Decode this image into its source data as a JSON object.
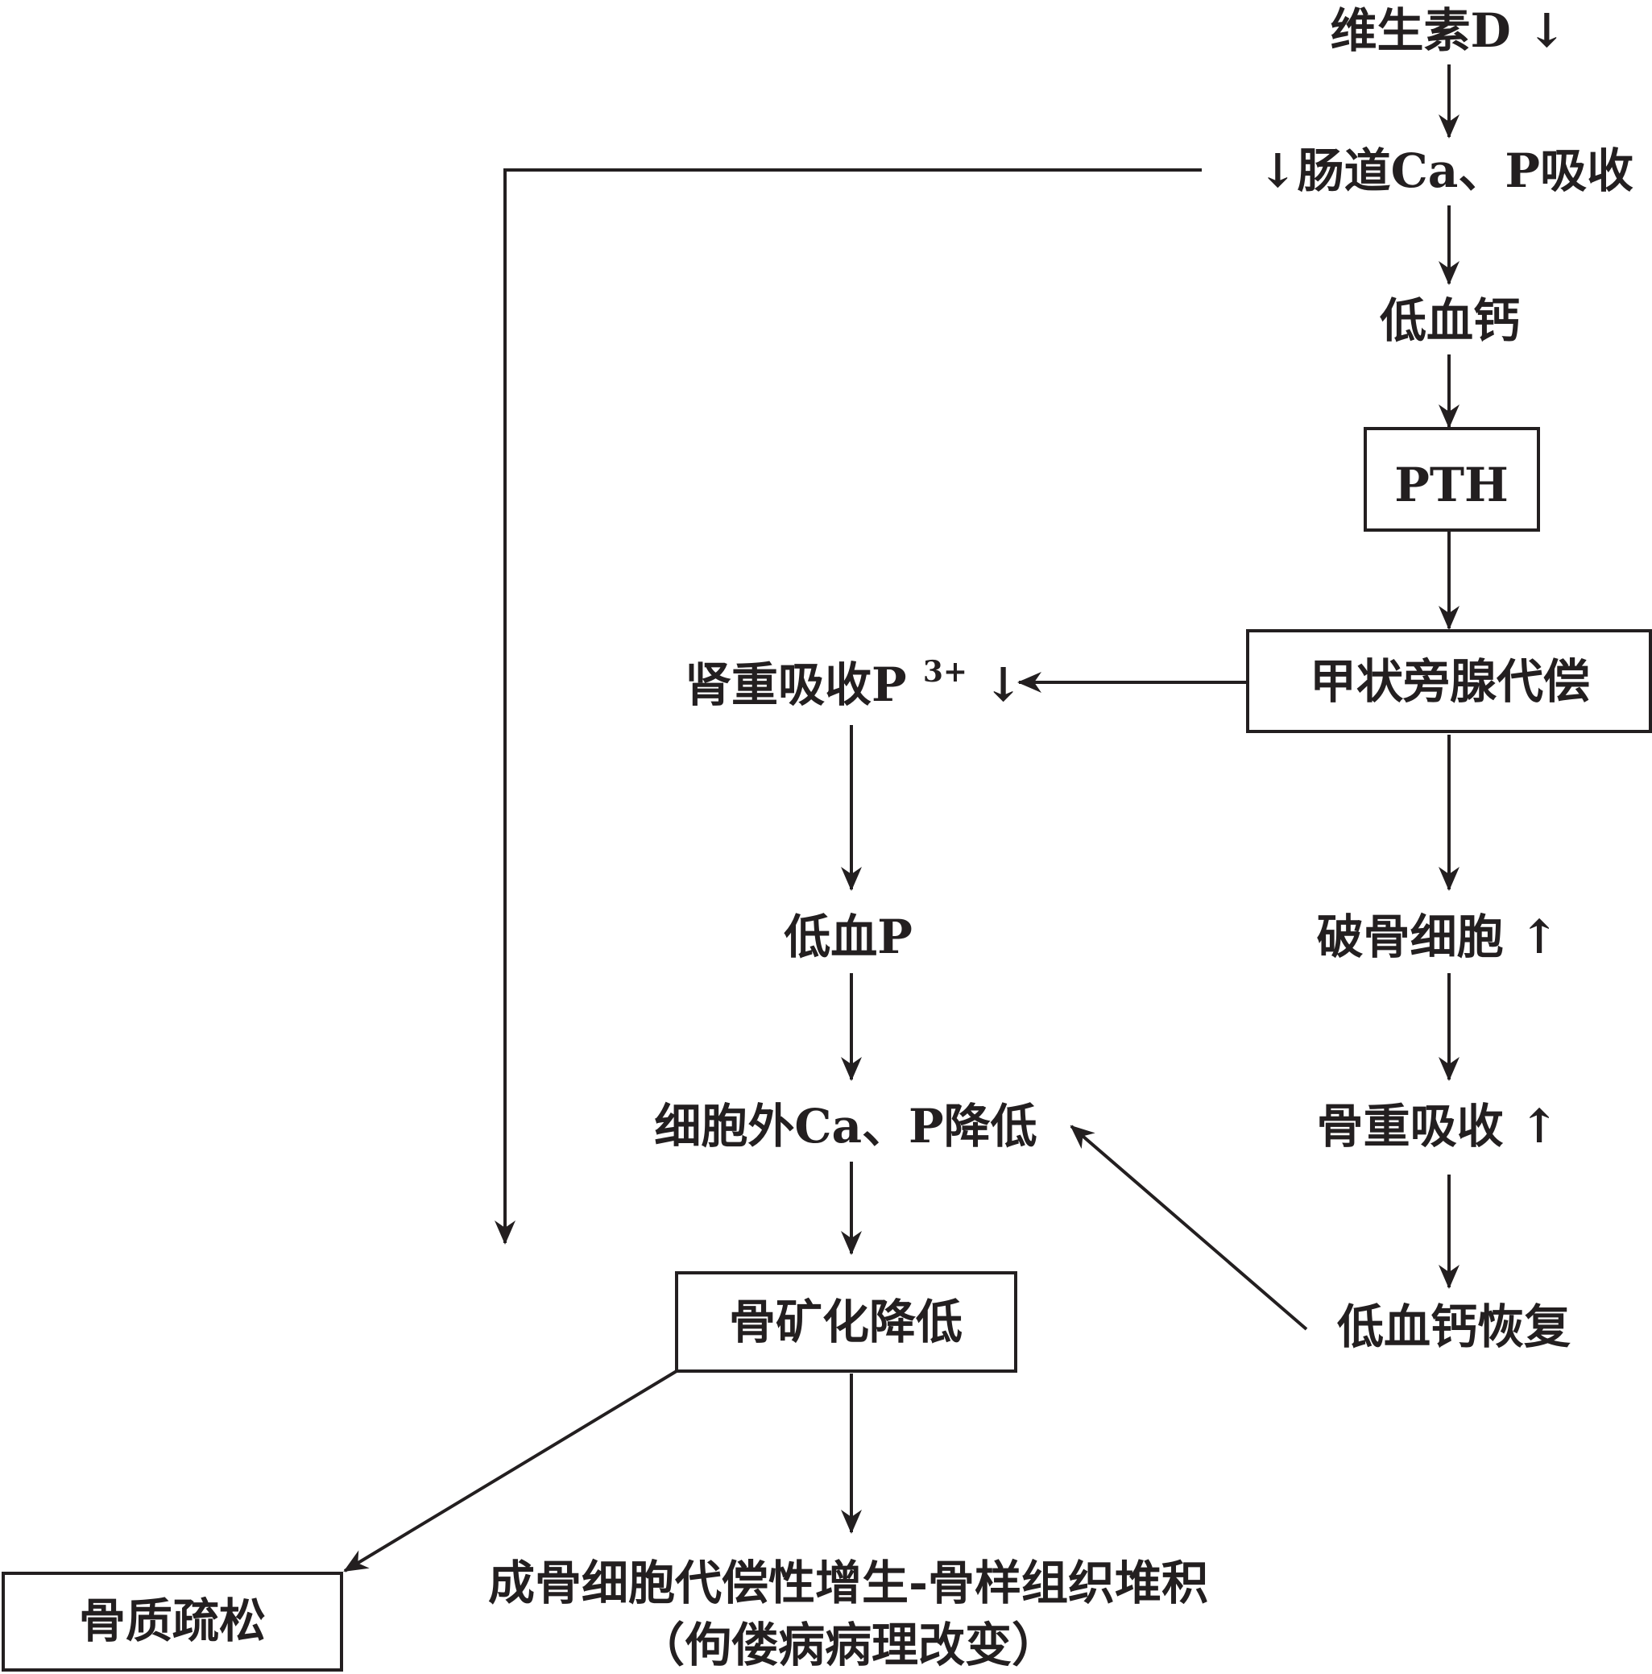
{
  "nodes": {
    "vitamin_d": "维生素D ↓",
    "gut_absorption": "↓肠道Ca、P吸收",
    "low_calcium": "低血钙",
    "pth": "PTH",
    "parathyroid": "甲状旁腺代偿",
    "renal_reabsorption_main": "肾重吸收P",
    "renal_reabsorption_sup": "3+",
    "renal_reabsorption_arrow": "↓",
    "low_phosphorus": "低血P",
    "extracellular": "细胞外Ca、P降低",
    "bone_mineral": "骨矿化降低",
    "osteoclast": "破骨细胞 ↑",
    "bone_resorption": "骨重吸收 ↑",
    "calcium_recovery": "低血钙恢复",
    "osteoporosis": "骨质疏松",
    "osteoblast_line1": "成骨细胞代偿性增生-骨样组织堆积",
    "osteoblast_line2": "（佝偻病病理改变）"
  },
  "colors": {
    "ink": "#231f20",
    "background": "#ffffff"
  }
}
